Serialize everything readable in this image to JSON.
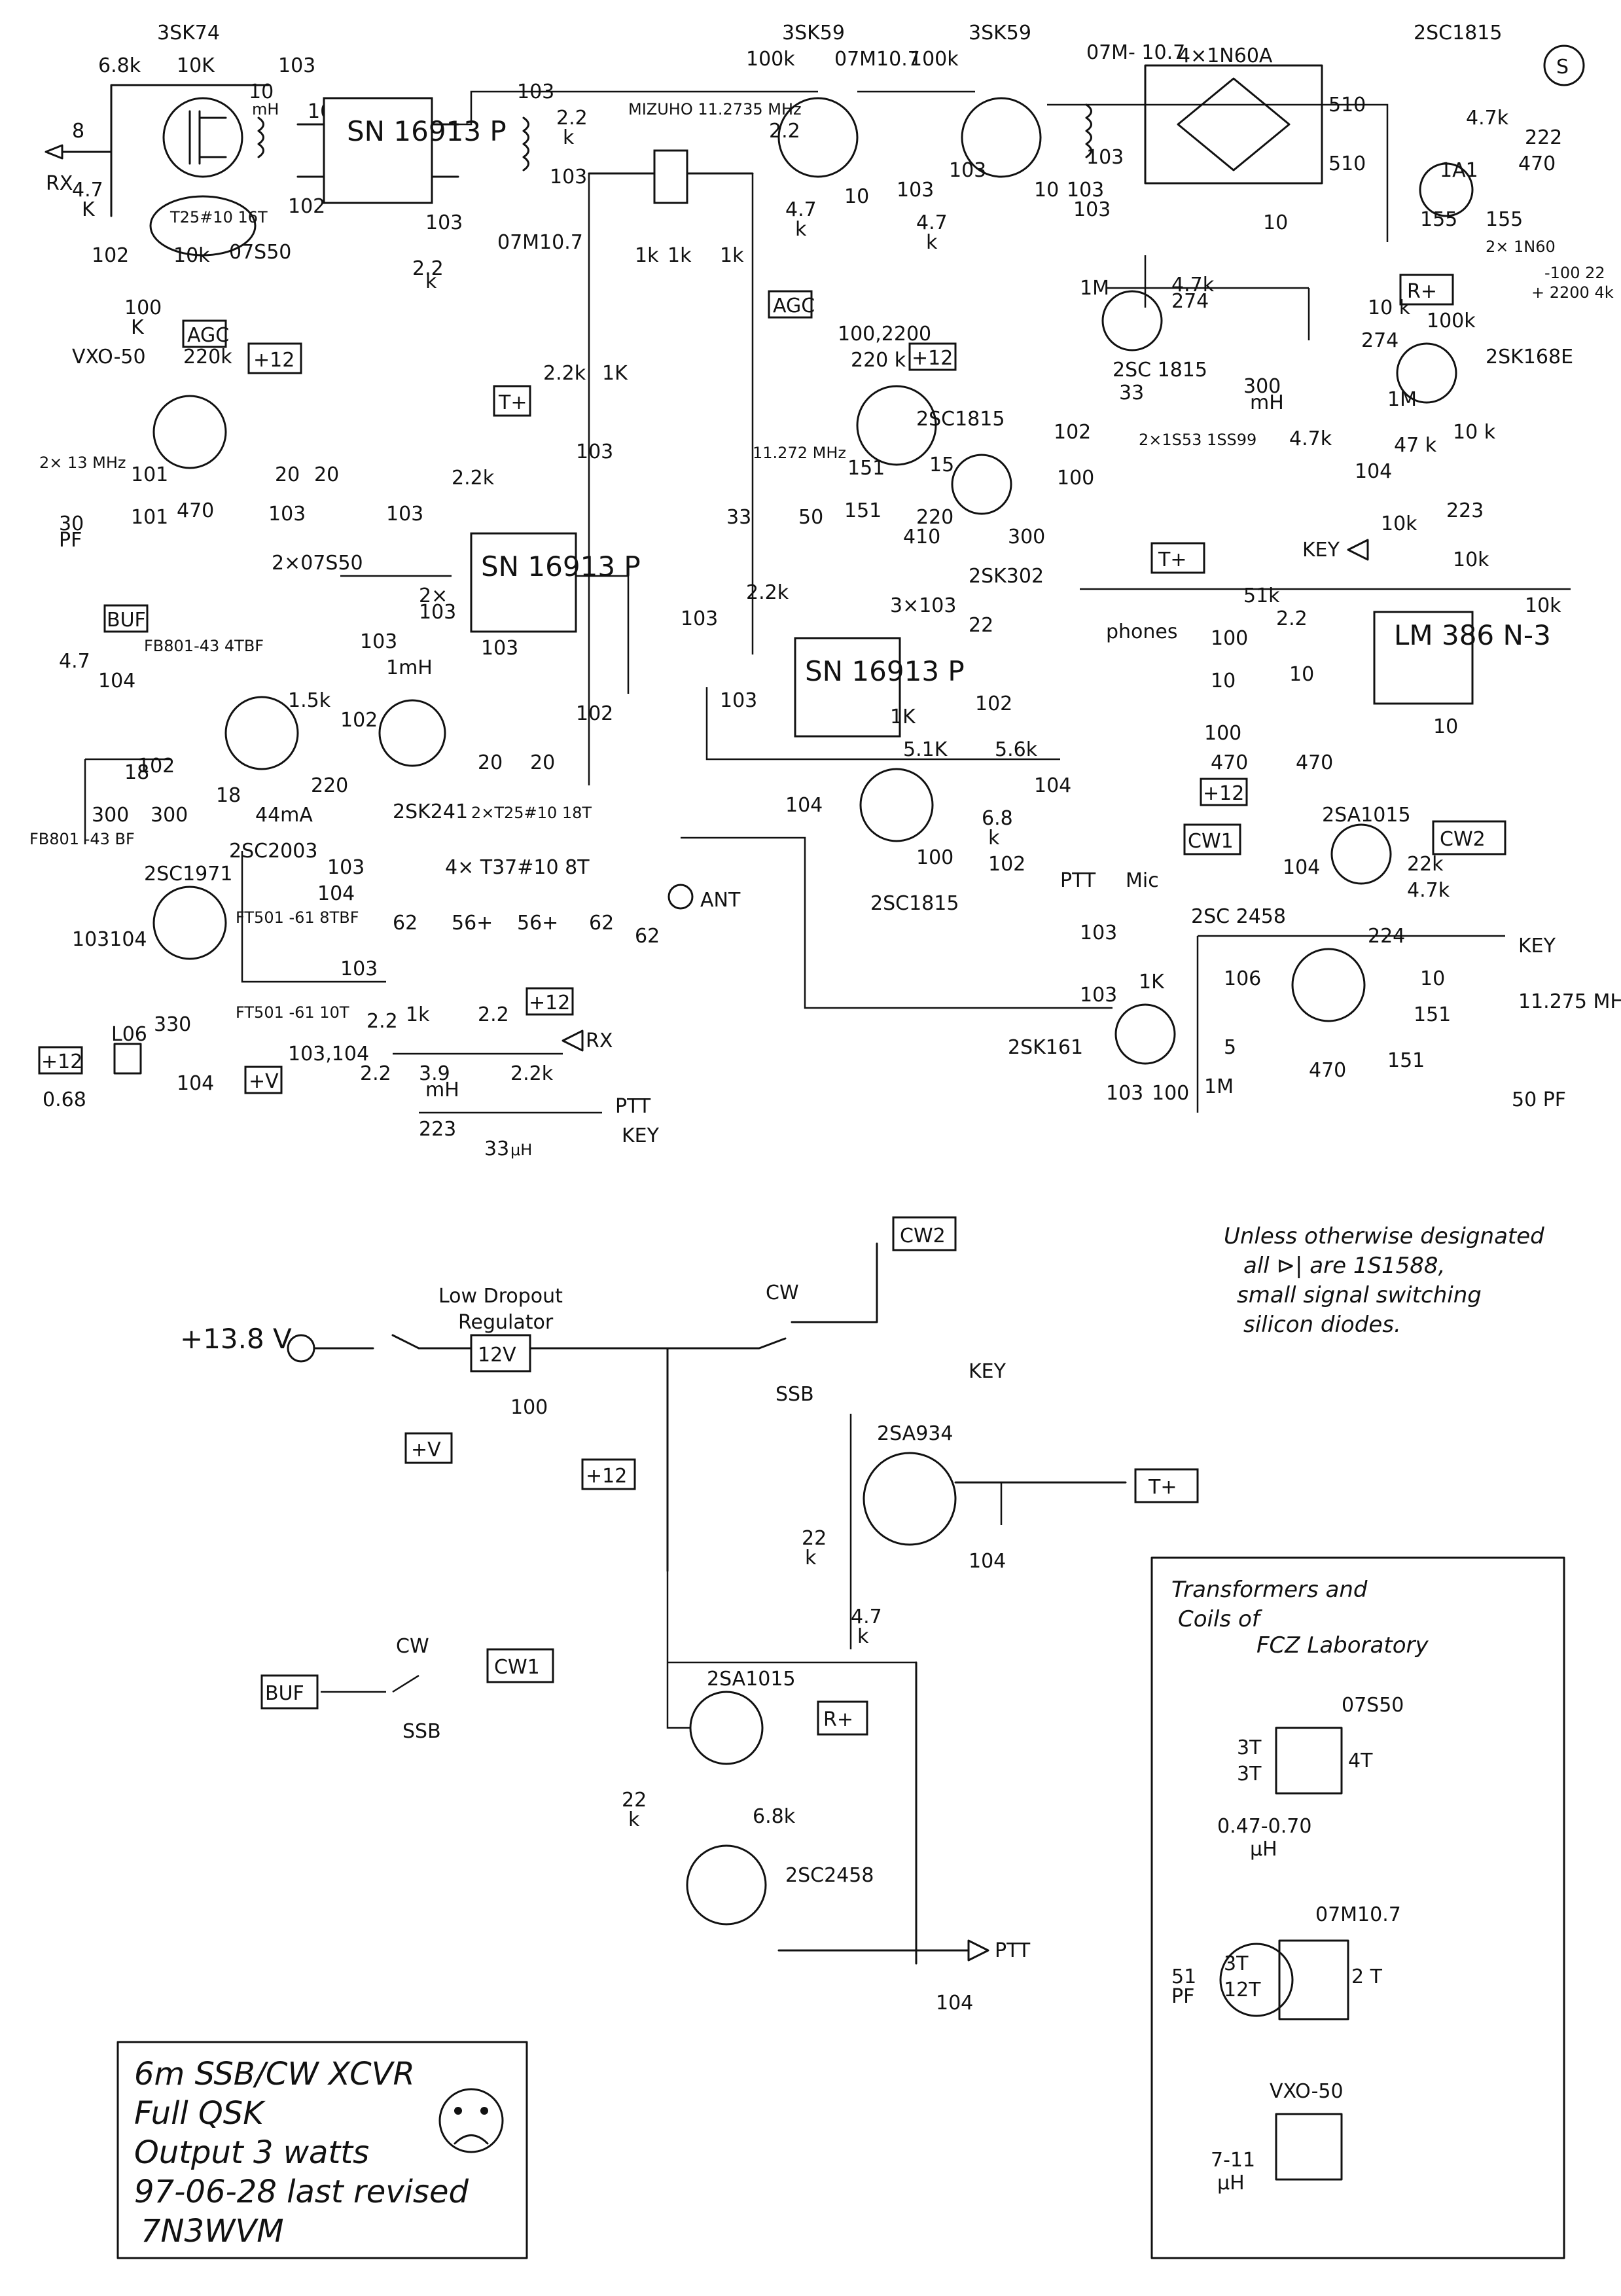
{
  "title_block": {
    "line1": "6m SSB/CW XCVR",
    "line2": "Full QSK",
    "line3": "Output  3 watts",
    "line4": "97-06-28  last revised",
    "line5": "7N3WVM"
  },
  "note": {
    "line1": "Unless otherwise designated",
    "line2": "all ⊳| are 1S1588,",
    "line3": "small signal switching",
    "line4": "silicon diodes."
  },
  "coil_box": {
    "title1": "Transformers  and",
    "title2": "Coils  of",
    "title3": "FCZ Laboratory",
    "c1_name": "07S50",
    "c1_p1": "3T",
    "c1_p2": "3T",
    "c1_s": "4T",
    "c1_val": "0.47-0.70",
    "c1_unit": "μH",
    "c2_name": "07M10.7",
    "c2_cap": "51",
    "c2_capu": "PF",
    "c2_p1": "3T",
    "c2_p2": "12T",
    "c2_s": "2 T",
    "c3_name": "VXO-50",
    "c3_val": "7-11",
    "c3_unit": "μH"
  },
  "ics": {
    "mixer1": "SN 16913 P",
    "mixer2": "SN 16913 P",
    "mixer3": "SN 16913 P",
    "audio": "LM 386 N-3",
    "regulator": "12V"
  },
  "transistors": {
    "q_rf": "3SK74",
    "q_if1": "3SK59",
    "q_if2": "3SK59",
    "q_agc": "2SC1815",
    "q_vxo": "VXO-50",
    "q_buf": "2SC2003",
    "q_fet1": "2SK241",
    "q_pa": "2SC1971",
    "q_carrier": "2SC1815",
    "q_fet2": "2SK302",
    "q_mic": "2SC1815",
    "q_rx1": "2SC 1815",
    "q_rx2": "2SK168E",
    "q_cw": "2SA1015",
    "q_cw2": "2SC 2458",
    "q_osc": "2SK161",
    "q_pwr1": "2SA934",
    "q_pwr2": "2SA1015",
    "q_pwr3": "2SC2458"
  },
  "ports": {
    "rx": "RX",
    "ant": "ANT",
    "agc1": "AGC",
    "agc2": "AGC",
    "plus12a": "+12",
    "plus12b": "+12",
    "plus12c": "+12",
    "plus12d": "+12",
    "plus12e": "+12",
    "plus12f": "+12",
    "tplus1": "T+",
    "tplus2": "T+",
    "tplus3": "T+",
    "rplus1": "R+",
    "rplus2": "R+",
    "buf1": "BUF",
    "buf2": "BUF",
    "cw1a": "CW1",
    "cw1b": "CW1",
    "cw2a": "CW2",
    "cw2b": "CW2",
    "plusv1": "+V",
    "plusv2": "+V",
    "key1": "KEY",
    "key2": "KEY",
    "key3": "KEY",
    "key4": "KEY",
    "ptt1": "PTT",
    "ptt2": "PTT",
    "ptt3": "PTT",
    "rxout": "RX",
    "mic": "Mic",
    "phones": "phones",
    "meter": "S",
    "supply": "+13.8 V"
  },
  "labels": {
    "ldo1": "Low Dropout",
    "ldo2": "Regulator",
    "cw": "CW",
    "ssb": "SSB",
    "cw_sw": "CW",
    "ssb_sw": "SSB",
    "xtal_filter": "MIZUHO 11.2735 MHz",
    "bridge": "4×1N60A",
    "if_t1": "07M10.7",
    "if_t2": "07M10.7",
    "if_t3": "07M- 10.7",
    "vxo_tr": "2×07S50",
    "rf_tr": "07S50",
    "toroid": "T25#10 16T",
    "filter": "4× T37#10  8T",
    "tank": "2×T25#10 18T",
    "fb1": "FB801-43 4TBF",
    "fb2": "FB801 -43 BF",
    "ft1": "FT501 -61 8TBF",
    "ft2": "FT501 -61 10T",
    "l06": "L06",
    "xtal_osc": "11.275 MHz",
    "xtal_vxo": "2× 13 MHz",
    "xtal_car": "11.272 MHz",
    "diodes_rx": "2×1S53  1SS99",
    "diodes_agc": "2× 1N60",
    "ma": "44 mA",
    "r_330": "330"
  },
  "values": [
    "6.8k",
    "10K",
    "103",
    "102",
    "10",
    "8",
    "4.7 K",
    "103",
    "10k",
    "100 K",
    "2.2 k",
    "103",
    "103",
    "2.2 k",
    "100k",
    "100k",
    "10",
    "103",
    "4.7 k",
    "4.7 k",
    "1k",
    "1k",
    "10",
    "510",
    "510",
    "4.7k",
    "222",
    "470",
    "1M",
    "4.7k",
    "10 k",
    "100k",
    "274",
    "300 mH",
    "4.7k",
    "1M",
    "47 k",
    "104",
    "10k",
    "223",
    "102",
    "100",
    "220 k",
    "100,2200",
    "151",
    "151",
    "15",
    "220 k",
    "300",
    "33",
    "50",
    "2.2k",
    "3×103",
    "22",
    "1K",
    "102",
    "5.1K",
    "5.6k",
    "104",
    "6.8 k",
    "102",
    "100",
    "51k",
    "10k",
    "10k",
    "2.2",
    "100",
    "10",
    "10",
    "470",
    "470",
    "100",
    "220 k",
    "20",
    "20",
    "103",
    "101",
    "101",
    "470",
    "30 PF",
    "2.2k",
    "103",
    "2×103",
    "103",
    "1k",
    "2.2k",
    "104",
    "4.7",
    "100",
    "1.5k",
    "1mH",
    "103",
    "102",
    "220",
    "18",
    "300",
    "300",
    "18",
    "102",
    "103",
    "62",
    "56+",
    "56+",
    "62",
    "62",
    "104",
    "103",
    "22",
    "1k",
    "2.2k",
    "2.2k",
    "2.2k",
    "3.9 mH",
    "223",
    "33 μH",
    "103 104",
    "0.68",
    "104",
    "103,104",
    "104",
    "22 k",
    "4.7k",
    "224",
    "106",
    "151",
    "151",
    "1k",
    "103",
    "5",
    "100",
    "1M",
    "470",
    "50 PF",
    "104",
    "22 k",
    "4.7k",
    "22 k",
    "6.8k",
    "104",
    "100",
    "10",
    "2.2",
    "222",
    "470",
    "155",
    "155",
    "-100 22",
    "+ 2200 4k"
  ]
}
